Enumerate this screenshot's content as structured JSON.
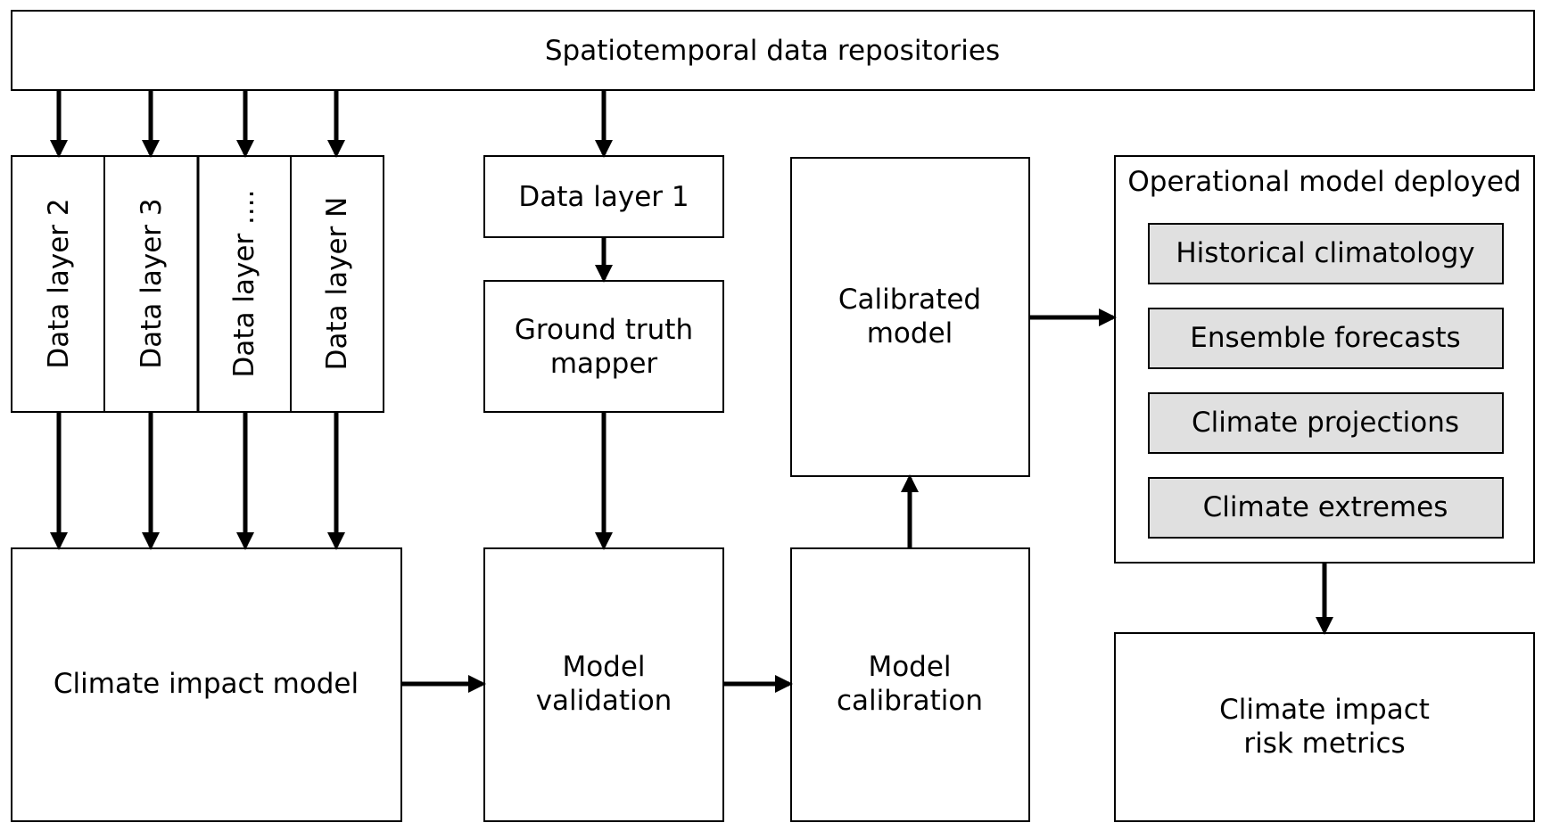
{
  "nodes": {
    "repositories": "Spatiotemporal data repositories",
    "data_layer_2": "Data layer 2",
    "data_layer_3": "Data layer 3",
    "data_layer_dots": "Data layer ....",
    "data_layer_n": "Data layer N",
    "data_layer_1": "Data layer 1",
    "ground_truth_line1": "Ground truth",
    "ground_truth_line2": "mapper",
    "calibrated_line1": "Calibrated",
    "calibrated_line2": "model",
    "operational": "Operational model deployed",
    "historical": "Historical climatology",
    "ensemble": "Ensemble forecasts",
    "projections": "Climate projections",
    "extremes": "Climate extremes",
    "impact_model": "Climate impact model",
    "validation_line1": "Model",
    "validation_line2": "validation",
    "calibration_line1": "Model",
    "calibration_line2": "calibration",
    "risk_line1": "Climate impact",
    "risk_line2": "risk metrics"
  },
  "colors": {
    "stroke": "#000000",
    "sub_box_fill": "#e0e0e0",
    "background": "#ffffff"
  }
}
